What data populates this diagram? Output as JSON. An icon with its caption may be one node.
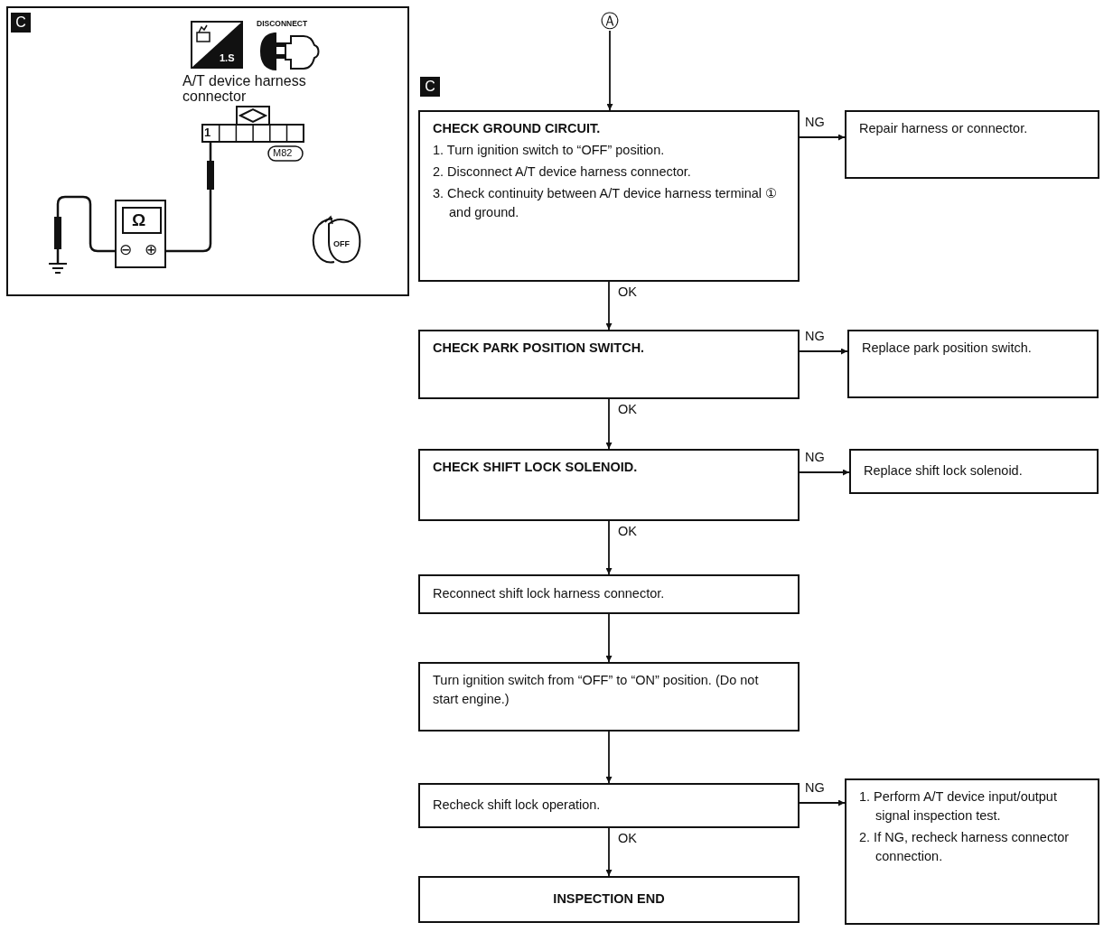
{
  "diagram": {
    "nodes": [
      {
        "text": [
          "Ⓐ"
        ]
      },
      {
        "text": [
          "CHECK GROUND CIRCUIT.",
          "1. Turn ignition switch to “OFF” position.",
          "2. Disconnect A/T device harness connector.",
          "3. Check continuity between A/T device harness terminal ① and ground."
        ]
      },
      {
        "text": [
          "Repair harness or connector."
        ]
      },
      {
        "text": [
          "CHECK PARK POSITION SWITCH."
        ]
      },
      {
        "text": [
          "Replace park position switch."
        ]
      },
      {
        "text": [
          "CHECK SHIFT LOCK SOLENOID."
        ]
      },
      {
        "text": [
          "Replace shift lock solenoid."
        ]
      },
      {
        "text": [
          "Reconnect shift lock harness connector."
        ]
      },
      {
        "text": [
          "Turn ignition switch from “OFF” to “ON” position. (Do not start engine.)"
        ]
      },
      {
        "text": [
          "Recheck shift lock operation."
        ]
      },
      {
        "text": [
          "1. Perform A/T device input/output signal inspection test.",
          "2. If NG, recheck harness connector connection."
        ]
      },
      {
        "text": [
          "INSPECTION END"
        ]
      }
    ],
    "edges": [
      {
        "from": 0,
        "to": 1,
        "arrow": "to"
      },
      {
        "from": 1,
        "to": 2,
        "arrow": "to",
        "label": "NG"
      },
      {
        "from": 1,
        "to": 3,
        "arrow": "to",
        "label": "OK"
      },
      {
        "from": 3,
        "to": 4,
        "arrow": "to",
        "label": "NG"
      },
      {
        "from": 3,
        "to": 5,
        "arrow": "to",
        "label": "OK"
      },
      {
        "from": 5,
        "to": 6,
        "arrow": "to",
        "label": "NG"
      },
      {
        "from": 5,
        "to": 7,
        "arrow": "to",
        "label": "OK"
      },
      {
        "from": 7,
        "to": 8,
        "arrow": "to"
      },
      {
        "from": 8,
        "to": 9,
        "arrow": "to"
      },
      {
        "from": 9,
        "to": 10,
        "arrow": "to",
        "label": "NG"
      },
      {
        "from": 9,
        "to": 11,
        "arrow": "to",
        "label": "OK"
      }
    ],
    "labels": [
      "C",
      "DISCONNECT",
      "1.S",
      "A/T device harness connector",
      "1",
      "M82",
      "Ω",
      "⊖",
      "⊕",
      "OFF",
      "C"
    ]
  }
}
